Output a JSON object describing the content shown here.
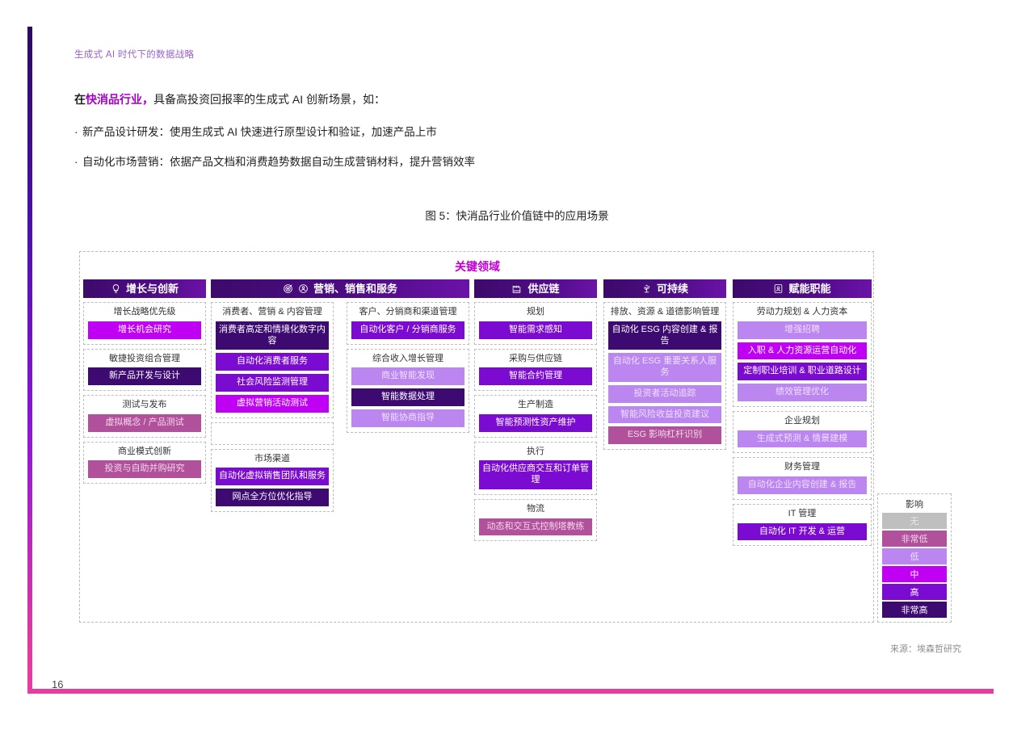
{
  "document": {
    "running_head": "生成式 AI 时代下的数据战略",
    "page_number": "16",
    "source": "来源：埃森哲研究"
  },
  "intro": {
    "lead_prefix": "在",
    "lead_highlight": "快消品行业，",
    "lead_rest": "具备高投资回报率的生成式 AI 创新场景，如：",
    "bullets": [
      "新产品设计研发：使用生成式 AI 快速进行原型设计和验证，加速产品上市",
      "自动化市场营销：依据产品文档和消费趋势数据自动生成营销材料，提升营销效率"
    ]
  },
  "figure": {
    "caption": "图 5：快消品行业价值链中的应用场景",
    "key_areas_label": "关键领域"
  },
  "legend": {
    "title": "影响",
    "items": [
      {
        "label": "无",
        "level": "none",
        "color": "#bfbfbf"
      },
      {
        "label": "非常低",
        "level": "verylow",
        "color": "#b2519b"
      },
      {
        "label": "低",
        "level": "low",
        "color": "#bb86f0"
      },
      {
        "label": "中",
        "level": "med",
        "color": "#c000f5"
      },
      {
        "label": "高",
        "level": "high",
        "color": "#7b0bd0"
      },
      {
        "label": "非常高",
        "level": "veryhigh",
        "color": "#3c0a70"
      }
    ]
  },
  "columns": [
    {
      "id": "growth-innovation",
      "header": "增长与创新",
      "icon": "lightbulb-icon",
      "subcolumns": [
        {
          "groups": [
            {
              "title": "增长战略优先级",
              "cells": [
                {
                  "label": "增长机会研究",
                  "level": "med"
                }
              ]
            },
            {
              "title": "敏捷投资组合管理",
              "cells": [
                {
                  "label": "新产品开发与设计",
                  "level": "veryhigh"
                }
              ]
            },
            {
              "title": "测试与发布",
              "cells": [
                {
                  "label": "虚拟概念 / 产品测试",
                  "level": "verylow"
                }
              ]
            },
            {
              "title": "商业模式创新",
              "cells": [
                {
                  "label": "投资与自助并购研究",
                  "level": "verylow"
                }
              ]
            }
          ]
        }
      ]
    },
    {
      "id": "marketing-sales-service",
      "header": "营销、销售和服务",
      "icon": "target-icon",
      "icon2": "headset-icon",
      "subcolumns": [
        {
          "groups": [
            {
              "title": "消费者、营销 & 内容管理",
              "cells": [
                {
                  "label": "消费者高定和情境化数字内容",
                  "level": "veryhigh"
                },
                {
                  "label": "自动化消费者服务",
                  "level": "high"
                },
                {
                  "label": "社会风险监测管理",
                  "level": "high"
                },
                {
                  "label": "虚拟营销活动测试",
                  "level": "med"
                }
              ]
            },
            {
              "empty": true
            },
            {
              "title": "市场渠道",
              "cells": [
                {
                  "label": "自动化虚拟销售团队和服务",
                  "level": "high"
                },
                {
                  "label": "网点全方位优化指导",
                  "level": "veryhigh"
                }
              ]
            }
          ]
        },
        {
          "groups": [
            {
              "title": "客户、分销商和渠道管理",
              "cells": [
                {
                  "label": "自动化客户 / 分销商服务",
                  "level": "high"
                }
              ]
            },
            {
              "title": "综合收入增长管理",
              "cells": [
                {
                  "label": "商业智能发现",
                  "level": "low"
                },
                {
                  "label": "智能数据处理",
                  "level": "veryhigh"
                },
                {
                  "label": "智能协商指导",
                  "level": "low"
                }
              ]
            }
          ]
        }
      ]
    },
    {
      "id": "supply-chain",
      "header": "供应链",
      "icon": "factory-icon",
      "subcolumns": [
        {
          "groups": [
            {
              "title": "规划",
              "cells": [
                {
                  "label": "智能需求感知",
                  "level": "high"
                }
              ]
            },
            {
              "title": "采购与供应链",
              "cells": [
                {
                  "label": "智能合约管理",
                  "level": "high"
                }
              ]
            },
            {
              "title": "生产制造",
              "cells": [
                {
                  "label": "智能预测性资产维护",
                  "level": "high"
                }
              ]
            },
            {
              "title": "执行",
              "cells": [
                {
                  "label": "自动化供应商交互和订单管理",
                  "level": "high"
                }
              ]
            },
            {
              "title": "物流",
              "cells": [
                {
                  "label": "动态和交互式控制塔教练",
                  "level": "verylow"
                }
              ]
            }
          ]
        }
      ]
    },
    {
      "id": "sustainability",
      "header": "可持续",
      "icon": "plant-icon",
      "subcolumns": [
        {
          "groups": [
            {
              "title": "排放、资源 & 道德影响管理",
              "cells": [
                {
                  "label": "自动化 ESG 内容创建 & 报告",
                  "level": "veryhigh"
                },
                {
                  "label": "自动化 ESG 重要关系人服务",
                  "level": "low"
                },
                {
                  "label": "投资者活动追踪",
                  "level": "low"
                },
                {
                  "label": "智能风险收益投资建议",
                  "level": "low"
                },
                {
                  "label": "ESG 影响杠杆识别",
                  "level": "verylow"
                }
              ]
            }
          ]
        }
      ]
    },
    {
      "id": "enabling-functions",
      "header": "赋能职能",
      "icon": "person-badge-icon",
      "subcolumns": [
        {
          "groups": [
            {
              "title": "劳动力规划 & 人力资本",
              "cells": [
                {
                  "label": "增强招聘",
                  "level": "low"
                },
                {
                  "label": "入职 & 人力资源运营自动化",
                  "level": "med"
                },
                {
                  "label": "定制职业培训 & 职业道路设计",
                  "level": "high"
                },
                {
                  "label": "绩效管理优化",
                  "level": "low"
                }
              ]
            },
            {
              "title": "企业规划",
              "cells": [
                {
                  "label": "生成式预测 & 情景建模",
                  "level": "low"
                }
              ]
            },
            {
              "title": "财务管理",
              "cells": [
                {
                  "label": "自动化企业内容创建 & 报告",
                  "level": "low"
                }
              ]
            },
            {
              "title": "IT 管理",
              "cells": [
                {
                  "label": "自动化 IT 开发 & 运营",
                  "level": "high"
                }
              ]
            }
          ]
        }
      ]
    }
  ]
}
